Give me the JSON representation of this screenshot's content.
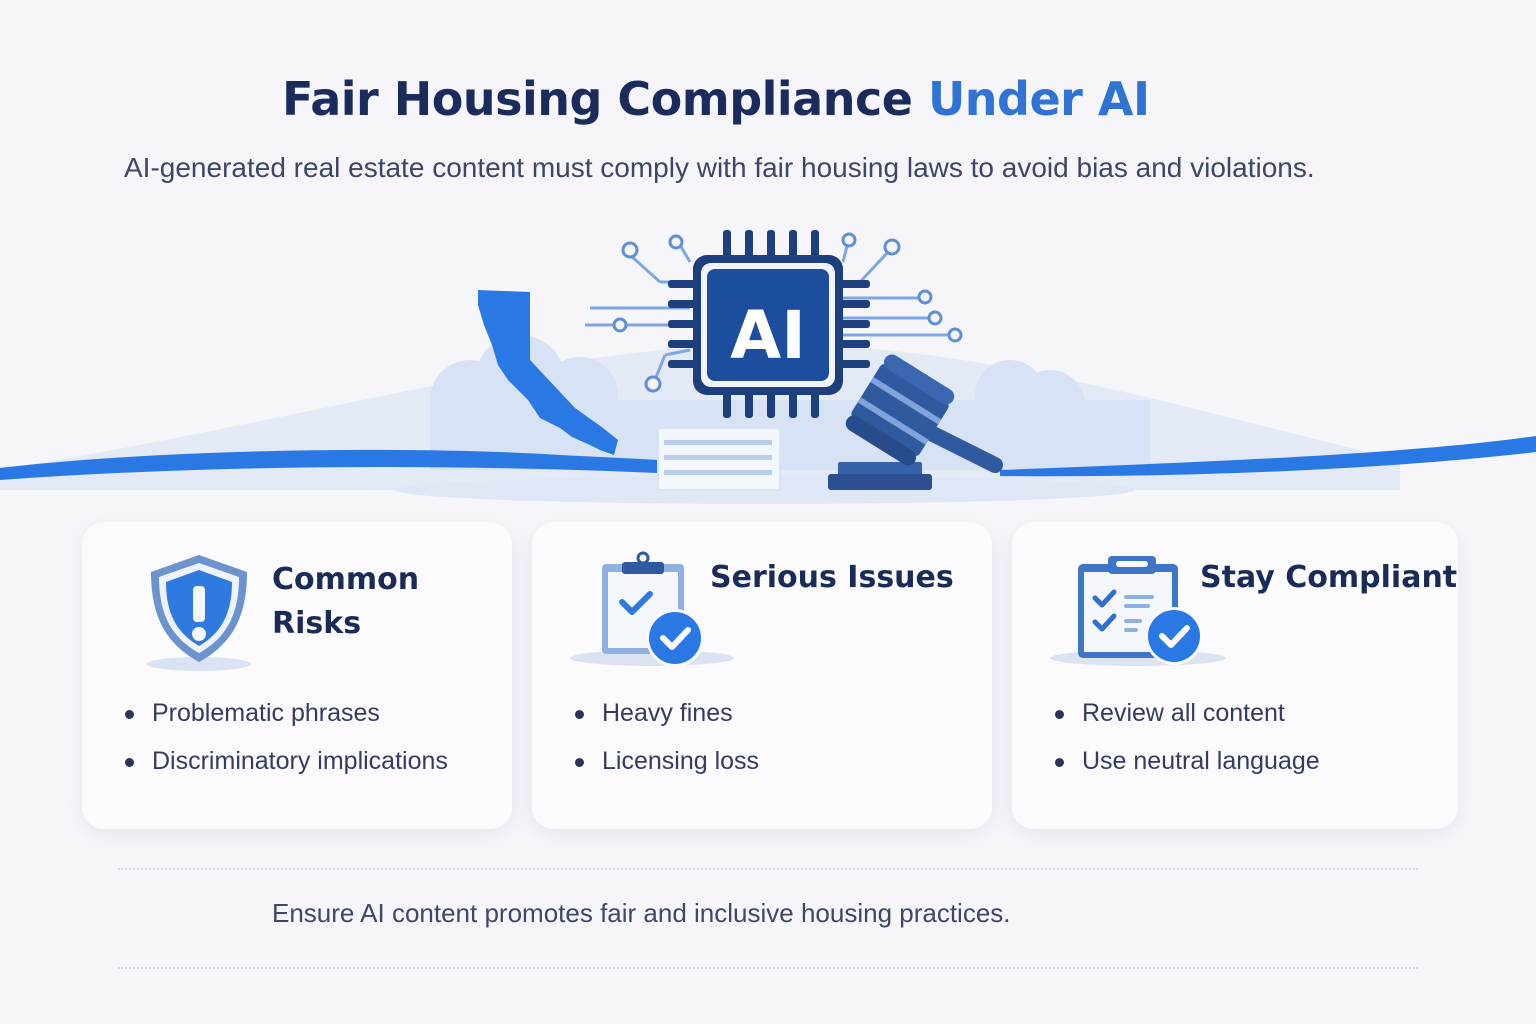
{
  "header": {
    "title_main": "Fair Housing Compliance",
    "title_accent": "Under AI",
    "subtitle": "AI-generated real estate content must comply with fair housing laws to avoid bias and violations."
  },
  "hero": {
    "chip_label": "AI",
    "elements": [
      "california-map",
      "ai-chip",
      "document-stack",
      "gavel",
      "wave-banner"
    ]
  },
  "colors": {
    "navy": "#1a2b5c",
    "accent_blue": "#2f73d4",
    "bright_blue": "#2a78e4",
    "chip_blue": "#1d4e9e",
    "background": "#f6f6fa"
  },
  "cards": [
    {
      "title_line1": "Common",
      "title_line2": "Risks",
      "icon": "shield-warning-icon",
      "items": [
        "Problematic phrases",
        "Discriminatory implications"
      ]
    },
    {
      "title_line1": "Serious Issues",
      "icon": "clipboard-check-icon",
      "items": [
        "Heavy fines",
        "Licensing loss"
      ]
    },
    {
      "title_line1": "Stay Compliant",
      "icon": "checklist-icon",
      "items": [
        "Review all content",
        "Use neutral language"
      ]
    }
  ],
  "footer": {
    "text": "Ensure AI content promotes fair and inclusive housing practices."
  }
}
